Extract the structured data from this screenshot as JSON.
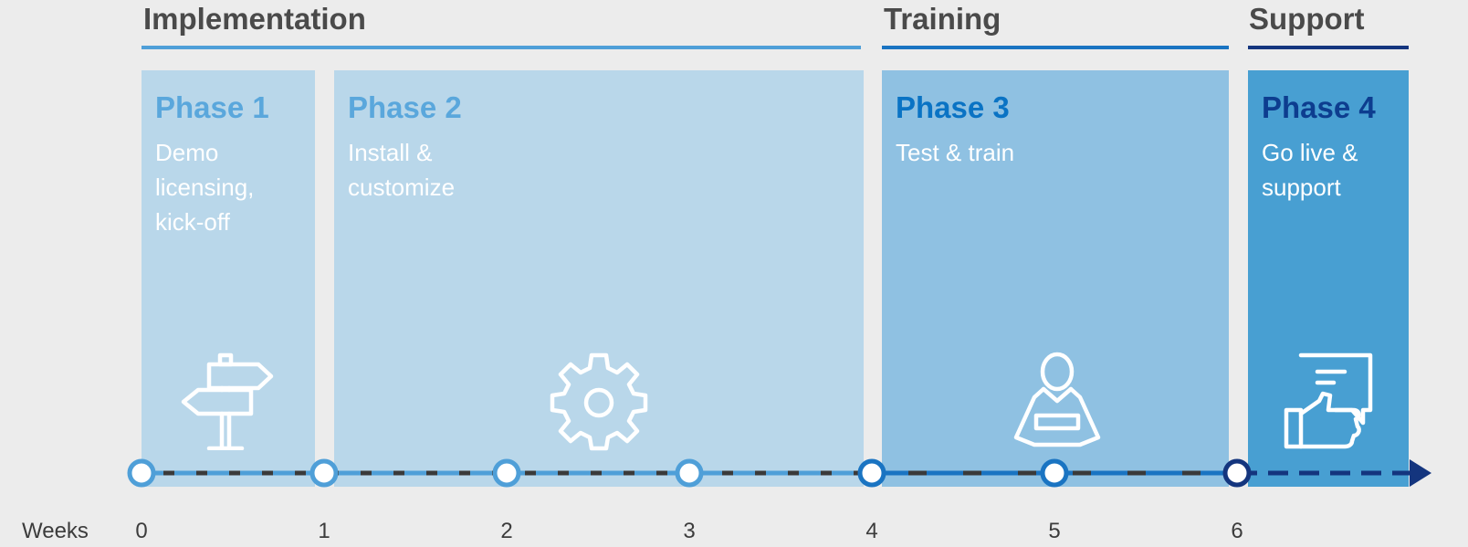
{
  "stages": [
    {
      "label": "Implementation"
    },
    {
      "label": "Training"
    },
    {
      "label": "Support"
    }
  ],
  "phases": [
    {
      "title": "Phase 1",
      "description": "Demo licensing, kick-off",
      "icon": "signpost-icon"
    },
    {
      "title": "Phase 2",
      "description": "Install & customize",
      "icon": "gear-icon"
    },
    {
      "title": "Phase 3",
      "description": "Test & train",
      "icon": "trainer-icon"
    },
    {
      "title": "Phase 4",
      "description": "Go live & support",
      "icon": "support-chat-icon"
    }
  ],
  "timeline": {
    "caption": "Weeks",
    "weeks": [
      "0",
      "1",
      "2",
      "3",
      "4",
      "5",
      "6"
    ]
  },
  "colors": {
    "background": "#ececec",
    "phase1_fill": "#b9d7ea",
    "phase2_fill": "#b9d7ea",
    "phase3_fill": "#8fc1e2",
    "phase4_fill": "#489fd2",
    "phase1_title": "#5aa7dc",
    "phase2_title": "#5aa7dc",
    "phase3_title": "#0a73c4",
    "phase4_title": "#0d3d8f",
    "implementation_bar": "#4f9fd8",
    "training_bar": "#1a74c2",
    "support_bar": "#14357e",
    "dash_dark": "#3a3a3a"
  }
}
